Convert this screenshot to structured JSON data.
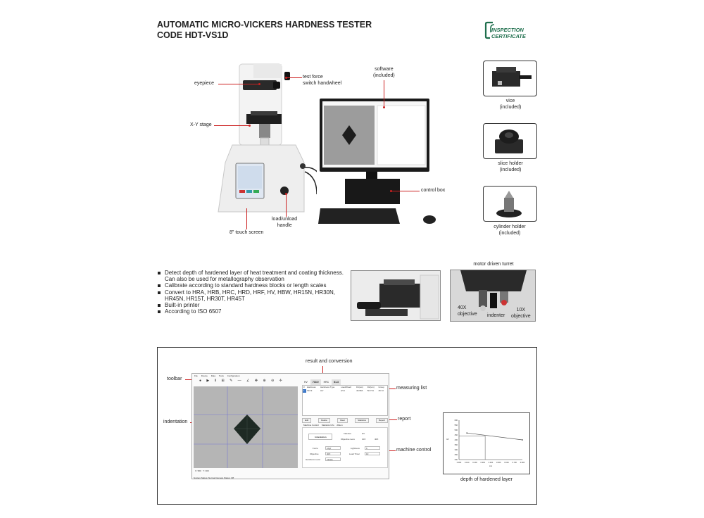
{
  "header": {
    "title_line1": "AUTOMATIC MICRO-VICKERS HARDNESS TESTER",
    "title_line2": "CODE HDT-VS1D",
    "cert_line1": "INSPECTION",
    "cert_line2": "CERTIFICATE"
  },
  "callouts": {
    "eyepiece": "eyepiece",
    "test_force_1": "test force",
    "test_force_2": "switch handwheel",
    "xy_stage": "X-Y stage",
    "touch_screen": "8\" touch screen",
    "load_unload_1": "load/unload",
    "load_unload_2": "handle",
    "software_1": "software",
    "software_2": "(included)",
    "control_box": "control box"
  },
  "accessories": [
    {
      "name": "vice",
      "note": "(included)"
    },
    {
      "name": "slice holder",
      "note": "(included)"
    },
    {
      "name": "cylinder holder",
      "note": "(included)"
    }
  ],
  "features": [
    "Detect depth of hardened layer of heat treatment and coating thickness. Can also be used for metallography observation",
    "Calibrate according to standard hardness blocks or length scales",
    "Convert to HRA, HRB, HRC, HRD, HRF, HV, HBW, HR15N, HR30N, HR45N, HR15T, HR30T, HR45T",
    "Built-in printer",
    "According to ISO 6507"
  ],
  "turret": {
    "title": "motor driven turret",
    "obj40_1": "40X",
    "obj40_2": "objective",
    "indenter": "indenter",
    "obj10_1": "10X",
    "obj10_2": "objective"
  },
  "software_panel": {
    "result_label": "result and conversion",
    "toolbar_label": "toolbar",
    "indentation_label": "indentation",
    "measuring_list_label": "measuring list",
    "report_label": "report",
    "machine_control_label": "machine control",
    "depth_label": "depth of hardened layer",
    "menu": [
      "File",
      "Device",
      "Data",
      "Tools",
      "Configuration"
    ],
    "toolbar_glyphs": "● ▶ Ⅱ ⊞ ✎ — ∠ ✥ ⊕ ⊖ ✛",
    "result_tabs": [
      "HV",
      "733.9",
      "HRC",
      "61.3"
    ],
    "table_headers": [
      "#",
      "Hardness",
      "Hardness Type",
      "Load/Dwell",
      "D1(um)",
      "D2(um)",
      "Group"
    ],
    "table_row": [
      "1",
      "733.9",
      "HV",
      "HV1",
      "49.966",
      "50.731",
      "46.72"
    ],
    "buttons": [
      "Edit",
      "Delete",
      "Clear",
      "Statistics",
      "Report"
    ],
    "sub_tabs": [
      "Machine Control",
      "Statistics Info",
      "Album"
    ],
    "indentation_btn": "Indentation",
    "indenter_label": "Indenter",
    "indenter_value": "HV",
    "objective_lens_label": "Objective Lens",
    "lens_10x": "10X",
    "lens_40x": "40X",
    "force_label": "Force",
    "force_value": "1Kgf",
    "lightness_label": "Lightness",
    "lightness_value": "6",
    "objective_label": "Objective",
    "objective_value": "40X",
    "load_timer_label": "Load Timer",
    "load_timer_value": "10",
    "hardness_level_label": "Hardness Level",
    "hardness_level_value": "Infinite",
    "cam_x": "X: 950",
    "cam_y": "Y: 300",
    "status_text": "System Status: Normal      Camera Status: Off"
  },
  "chart_data": {
    "type": "line",
    "title": "",
    "xlabel": "mm",
    "ylabel": "HV",
    "categories": [
      "0.000",
      "0.100",
      "0.200",
      "0.300",
      "0.400",
      "0.500",
      "0.600",
      "0.700",
      "0.800"
    ],
    "y_ticks": [
      "200",
      "250",
      "300",
      "350",
      "400",
      "450",
      "500",
      "550",
      "600"
    ],
    "ylim": [
      200,
      600
    ],
    "series": [
      {
        "x": [
          0.1,
          0.8
        ],
        "y": [
          470,
          400
        ],
        "color": "#555555"
      }
    ],
    "limit_line": {
      "y": 440,
      "x_cut": 0.33
    }
  }
}
